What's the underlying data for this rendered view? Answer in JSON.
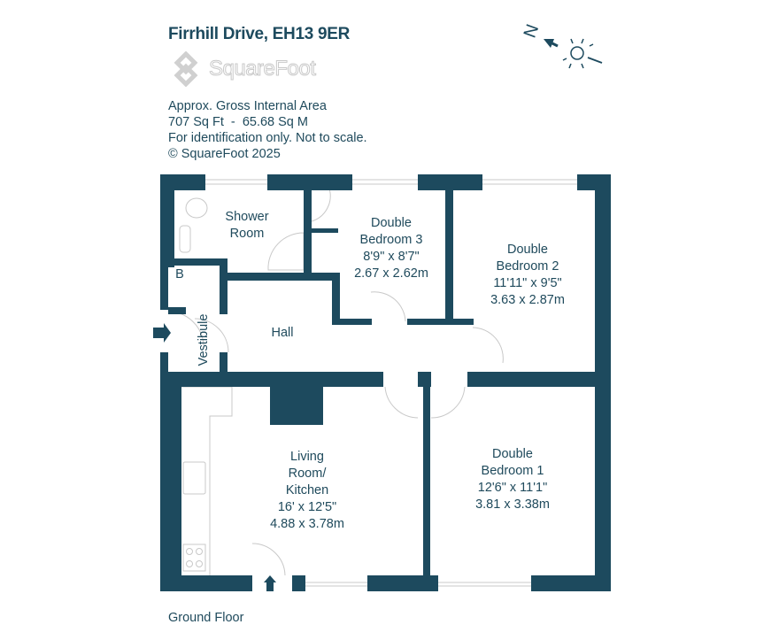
{
  "header": {
    "title": "Firrhill Drive, EH13 9ER",
    "logo_text": "SquareFoot",
    "area_label": "Approx. Gross Internal Area",
    "area_value": "707 Sq Ft  -  65.68 Sq M",
    "disclaimer": "For identification only. Not to scale.",
    "copyright": "© SquareFoot 2025"
  },
  "compass": {
    "north_label": "N",
    "icon": "sun-compass-icon"
  },
  "rooms": {
    "shower": {
      "line1": "Shower",
      "line2": "Room"
    },
    "bedroom3": {
      "line1": "Double",
      "line2": "Bedroom 3",
      "imperial": "8'9\" x 8'7\"",
      "metric": "2.67 x 2.62m"
    },
    "bedroom2": {
      "line1": "Double",
      "line2": "Bedroom 2",
      "imperial": "11'11\" x 9'5\"",
      "metric": "3.63 x 2.87m"
    },
    "cupboard": {
      "label": "B"
    },
    "vestibule": {
      "label": "Vestibule"
    },
    "hall": {
      "label": "Hall"
    },
    "living": {
      "line1": "Living",
      "line2": "Room/",
      "line3": "Kitchen",
      "imperial": "16' x 12'5\"",
      "metric": "4.88 x 3.78m"
    },
    "bedroom1": {
      "line1": "Double",
      "line2": "Bedroom 1",
      "imperial": "12'6\" x 11'1\"",
      "metric": "3.81 x 3.38m"
    }
  },
  "floor_label": "Ground Floor",
  "colors": {
    "wall": "#1d4a5e",
    "text": "#1f4a5c",
    "fixture": "#c8c8c8"
  }
}
